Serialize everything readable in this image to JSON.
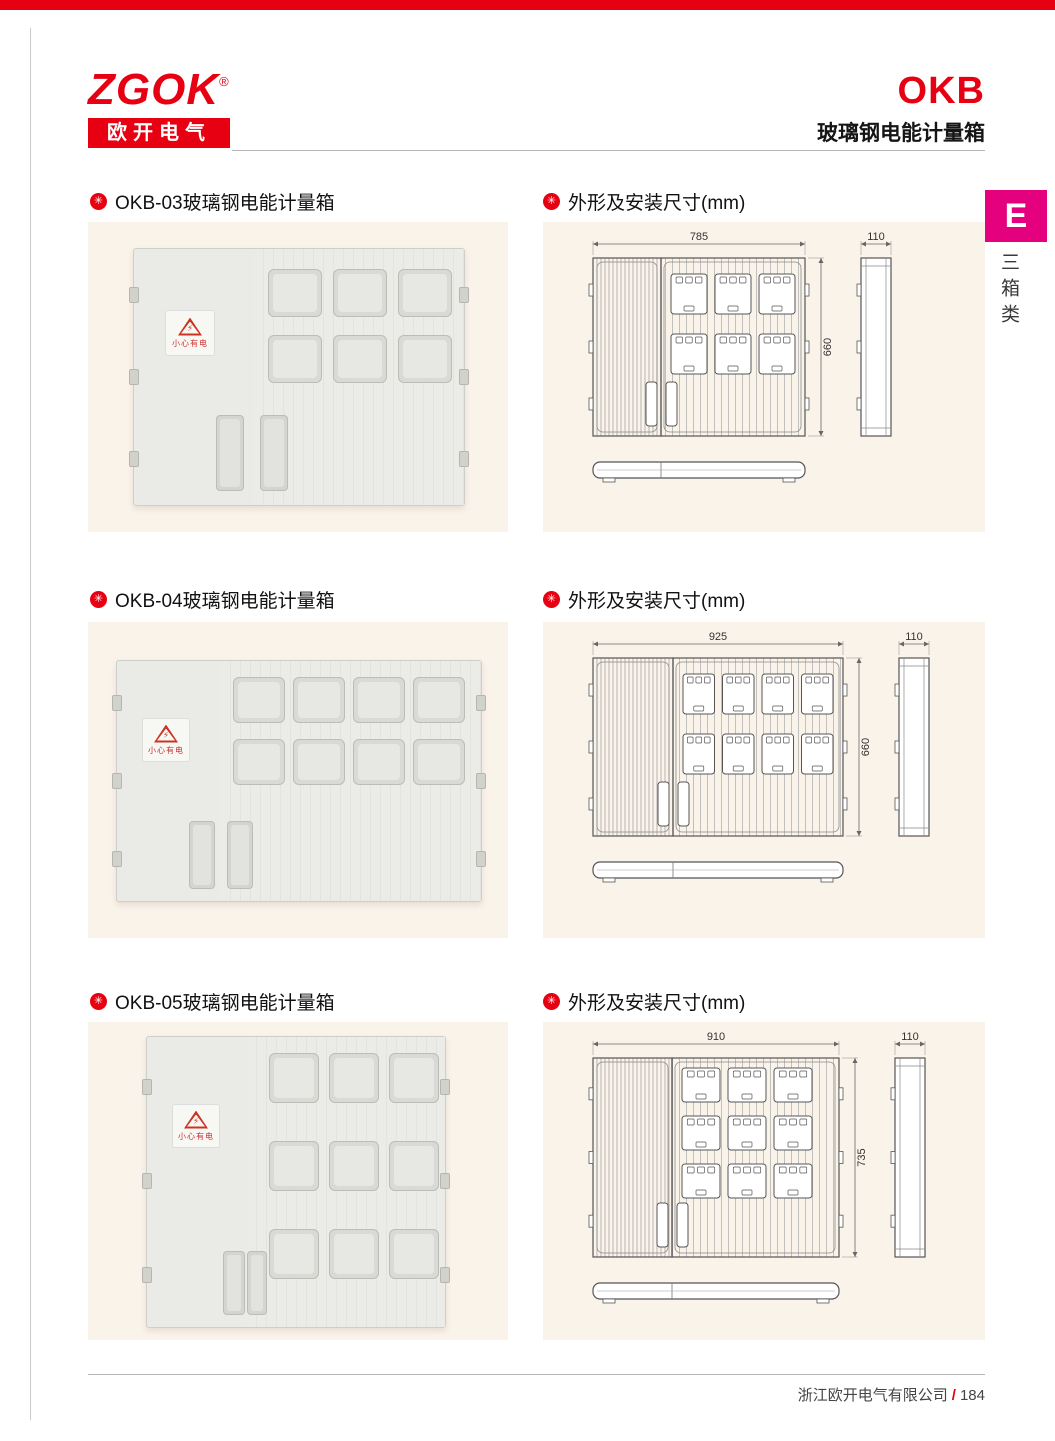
{
  "brand": {
    "logo": "ZGOK",
    "registered": "®",
    "logo_subtitle": "欧开电气"
  },
  "header": {
    "title": "OKB",
    "subtitle": "玻璃钢电能计量箱"
  },
  "side_tab": {
    "letter": "E",
    "category": "三箱类"
  },
  "icons": {
    "bullet": "✳",
    "lightning": "⚡"
  },
  "warning": {
    "text": "小心有电"
  },
  "colors": {
    "accent_red": "#e60012",
    "tab_magenta": "#e5007d"
  },
  "sections": [
    {
      "product_title": "OKB-03玻璃钢电能计量箱",
      "dimension_title": "外形及安装尺寸(mm)",
      "drawing": {
        "width_mm": "785",
        "depth_mm": "110",
        "height_mm": "660",
        "meter_cols": 3,
        "meter_rows": 2
      }
    },
    {
      "product_title": "OKB-04玻璃钢电能计量箱",
      "dimension_title": "外形及安装尺寸(mm)",
      "drawing": {
        "width_mm": "925",
        "depth_mm": "110",
        "height_mm": "660",
        "meter_cols": 4,
        "meter_rows": 2
      }
    },
    {
      "product_title": "OKB-05玻璃钢电能计量箱",
      "dimension_title": "外形及安装尺寸(mm)",
      "drawing": {
        "width_mm": "910",
        "depth_mm": "110",
        "height_mm": "735",
        "meter_cols": 3,
        "meter_rows": 3
      }
    }
  ],
  "footer": {
    "company": "浙江欧开电气有限公司",
    "separator": "/",
    "page_number": "184"
  }
}
